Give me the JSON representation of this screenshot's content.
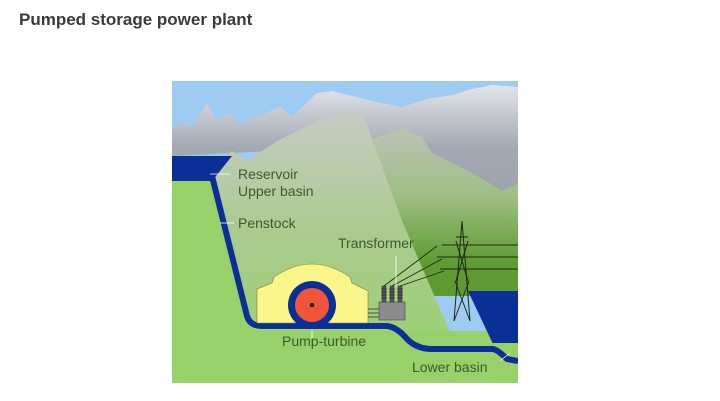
{
  "title": "Pumped storage power plant",
  "diagram": {
    "labels": {
      "reservoir": "Reservoir",
      "upper_basin": "Upper basin",
      "penstock": "Penstock",
      "transformer": "Transformer",
      "pump_turbine": "Pump-turbine",
      "lower_basin": "Lower basin"
    },
    "colors": {
      "sky": "#9ecbf2",
      "water": "#0a2f96",
      "grass": "#98d16a",
      "dark_grass": "#5e9a30",
      "mountain_gray": "#a9adb5",
      "building": "#fbf68a",
      "turbine": "#f0553a",
      "transformer": "#8c8c8c",
      "label_text": "#3f5a2a"
    }
  }
}
